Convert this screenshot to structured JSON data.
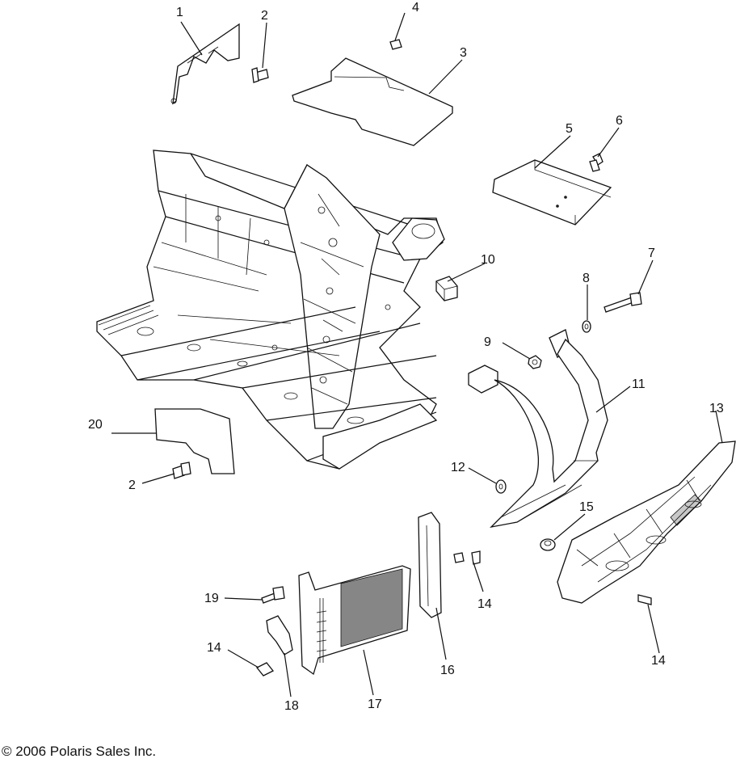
{
  "callouts": [
    "1",
    "2",
    "4",
    "3",
    "5",
    "6",
    "10",
    "7",
    "8",
    "9",
    "11",
    "13",
    "20",
    "2",
    "12",
    "15",
    "14",
    "19",
    "14",
    "16",
    "17",
    "18",
    "14"
  ],
  "copyright": "© 2006 Polaris Sales Inc."
}
